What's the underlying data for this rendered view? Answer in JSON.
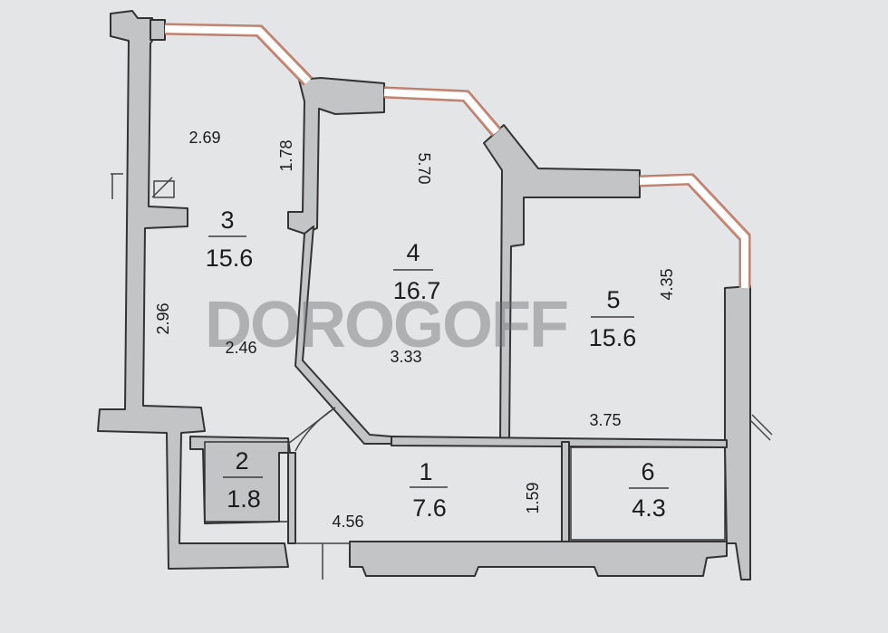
{
  "watermark": "DOROGOFF",
  "rooms": [
    {
      "number": "3",
      "area": "15.6"
    },
    {
      "number": "4",
      "area": "16.7"
    },
    {
      "number": "5",
      "area": "15.6"
    },
    {
      "number": "2",
      "area": "1.8"
    },
    {
      "number": "1",
      "area": "7.6"
    },
    {
      "number": "6",
      "area": "4.3"
    }
  ],
  "dimensions": [
    "2.69",
    "1.78",
    "2.96",
    "2.46",
    "5.70",
    "3.33",
    "4.35",
    "3.75",
    "1.59",
    "4.56"
  ],
  "colors": {
    "wall_fill": "#c3c4c6",
    "window_frame": "#c98c7a",
    "background": "#e4e5e7"
  }
}
